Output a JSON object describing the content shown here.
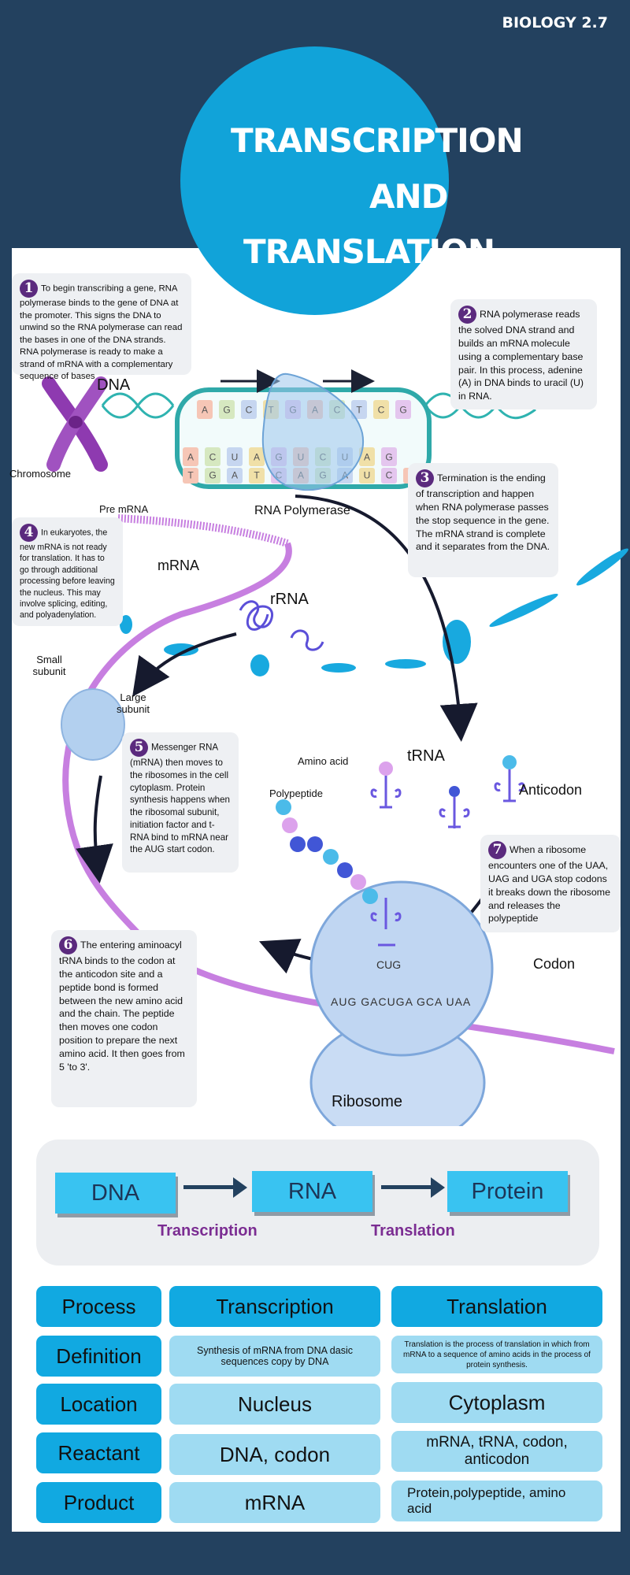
{
  "header": {
    "tag": "BIOLOGY 2.7",
    "title_lines": [
      "TRANSCRIPTION",
      "AND",
      "TRANSLATION"
    ]
  },
  "steps": [
    {
      "num": "1",
      "text": "To begin transcribing a gene, RNA polymerase binds to the gene of DNA at the promoter. This signs the DNA to unwind so the RNA polymerase can read the bases in one of the DNA strands. RNA polymerase is ready to make a strand of mRNA with a complementary sequence of bases"
    },
    {
      "num": "2",
      "text": "RNA polymerase reads the solved DNA strand and builds an mRNA molecule using a complementary base pair. In this process, adenine (A) in DNA binds to uracil (U) in RNA."
    },
    {
      "num": "3",
      "text": "Termination is the ending of transcription and happen when RNA polymerase passes the stop sequence in the gene. The mRNA strand is complete and it separates from the DNA."
    },
    {
      "num": "4",
      "text": "In eukaryotes, the new mRNA is not ready for translation. It has to go through additional processing before leaving the nucleus. This may involve splicing, editing, and polyadenylation."
    },
    {
      "num": "5",
      "text": "Messenger RNA (mRNA) then moves to the ribosomes in the cell cytoplasm. Protein synthesis happens when the ribosomal subunit, initiation factor and t-RNA bind to mRNA near the AUG start codon."
    },
    {
      "num": "6",
      "text": "The entering aminoacyl tRNA binds to the codon at the anticodon site and a peptide bond is formed between the new amino acid and the chain. The peptide then moves one codon position to prepare the next amino acid. It then goes from 5 'to 3'."
    },
    {
      "num": "7",
      "text": "When a ribosome encounters one of the UAA, UAG and UGA stop codons it breaks down the ribosome and releases the polypeptide"
    }
  ],
  "labels": {
    "dna": "DNA",
    "chromosome": "Chromosome",
    "rna_polymerase": "RNA Polymerase",
    "pre_mrna": "Pre mRNA",
    "mrna": "mRNA",
    "rrna": "rRNA",
    "small_subunit": "Small subunit",
    "large_subunit": "Large subunit",
    "amino_acid": "Amino acid",
    "trna": "tRNA",
    "anticodon": "Anticodon",
    "polypeptide": "Polypeptide",
    "codon": "Codon",
    "ribosome": "Ribosome",
    "top_bases": [
      "A",
      "G",
      "C",
      "T",
      "G",
      "A",
      "C",
      "T",
      "C",
      "G"
    ],
    "mid_bases": [
      "A",
      "C",
      "U",
      "A",
      "G",
      "U",
      "C",
      "U",
      "A",
      "G"
    ],
    "bot_bases": [
      "T",
      "G",
      "A",
      "T",
      "C",
      "A",
      "G",
      "A",
      "U",
      "C",
      "A"
    ],
    "anticodon_seq": "CUG",
    "mrna_seq": "AUG GACUGA GCA UAA"
  },
  "flow": {
    "dna": "DNA",
    "rna": "RNA",
    "protein": "Protein",
    "transcription": "Transcription",
    "translation": "Translation"
  },
  "table": {
    "header": {
      "label": "Process",
      "transcription": "Transcription",
      "translation": "Translation"
    },
    "rows": [
      {
        "label": "Definition",
        "transcription": "Synthesis of mRNA from DNA dasic sequences copy by DNA",
        "translation": "Translation is the process of translation in which from mRNA to a sequence of amino acids in the process of protein synthesis."
      },
      {
        "label": "Location",
        "transcription": "Nucleus",
        "translation": "Cytoplasm"
      },
      {
        "label": "Reactant",
        "transcription": "DNA, codon",
        "translation": "mRNA, tRNA, codon, anticodon"
      },
      {
        "label": "Product",
        "transcription": "mRNA",
        "translation": "Protein,polypeptide, amino acid"
      }
    ]
  },
  "colors": {
    "background": "#23415f",
    "accent": "#11a3d9",
    "purple": "#7b2d92",
    "cell_light": "#9fdbf2",
    "cell_dark": "#11a9e1"
  }
}
